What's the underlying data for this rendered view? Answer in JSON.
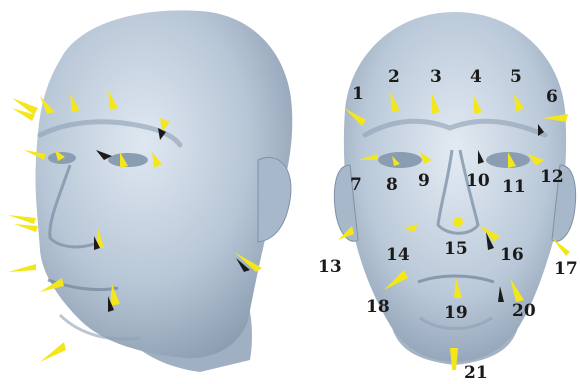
{
  "figure": {
    "left_view": "face-oblique-view",
    "right_view": "face-frontal-view",
    "colors": {
      "skin": "#b9c8d8",
      "skin_shadow": "#7f91a6",
      "background": "#ffffff",
      "marker": "#f3e61b",
      "marker_shadow": "#1b1b1b",
      "label": "#1a1a1a"
    }
  },
  "landmark_labels": [
    "1",
    "2",
    "3",
    "4",
    "5",
    "6",
    "7",
    "8",
    "9",
    "10",
    "11",
    "12",
    "13",
    "14",
    "15",
    "16",
    "17",
    "18",
    "19",
    "20",
    "21"
  ]
}
